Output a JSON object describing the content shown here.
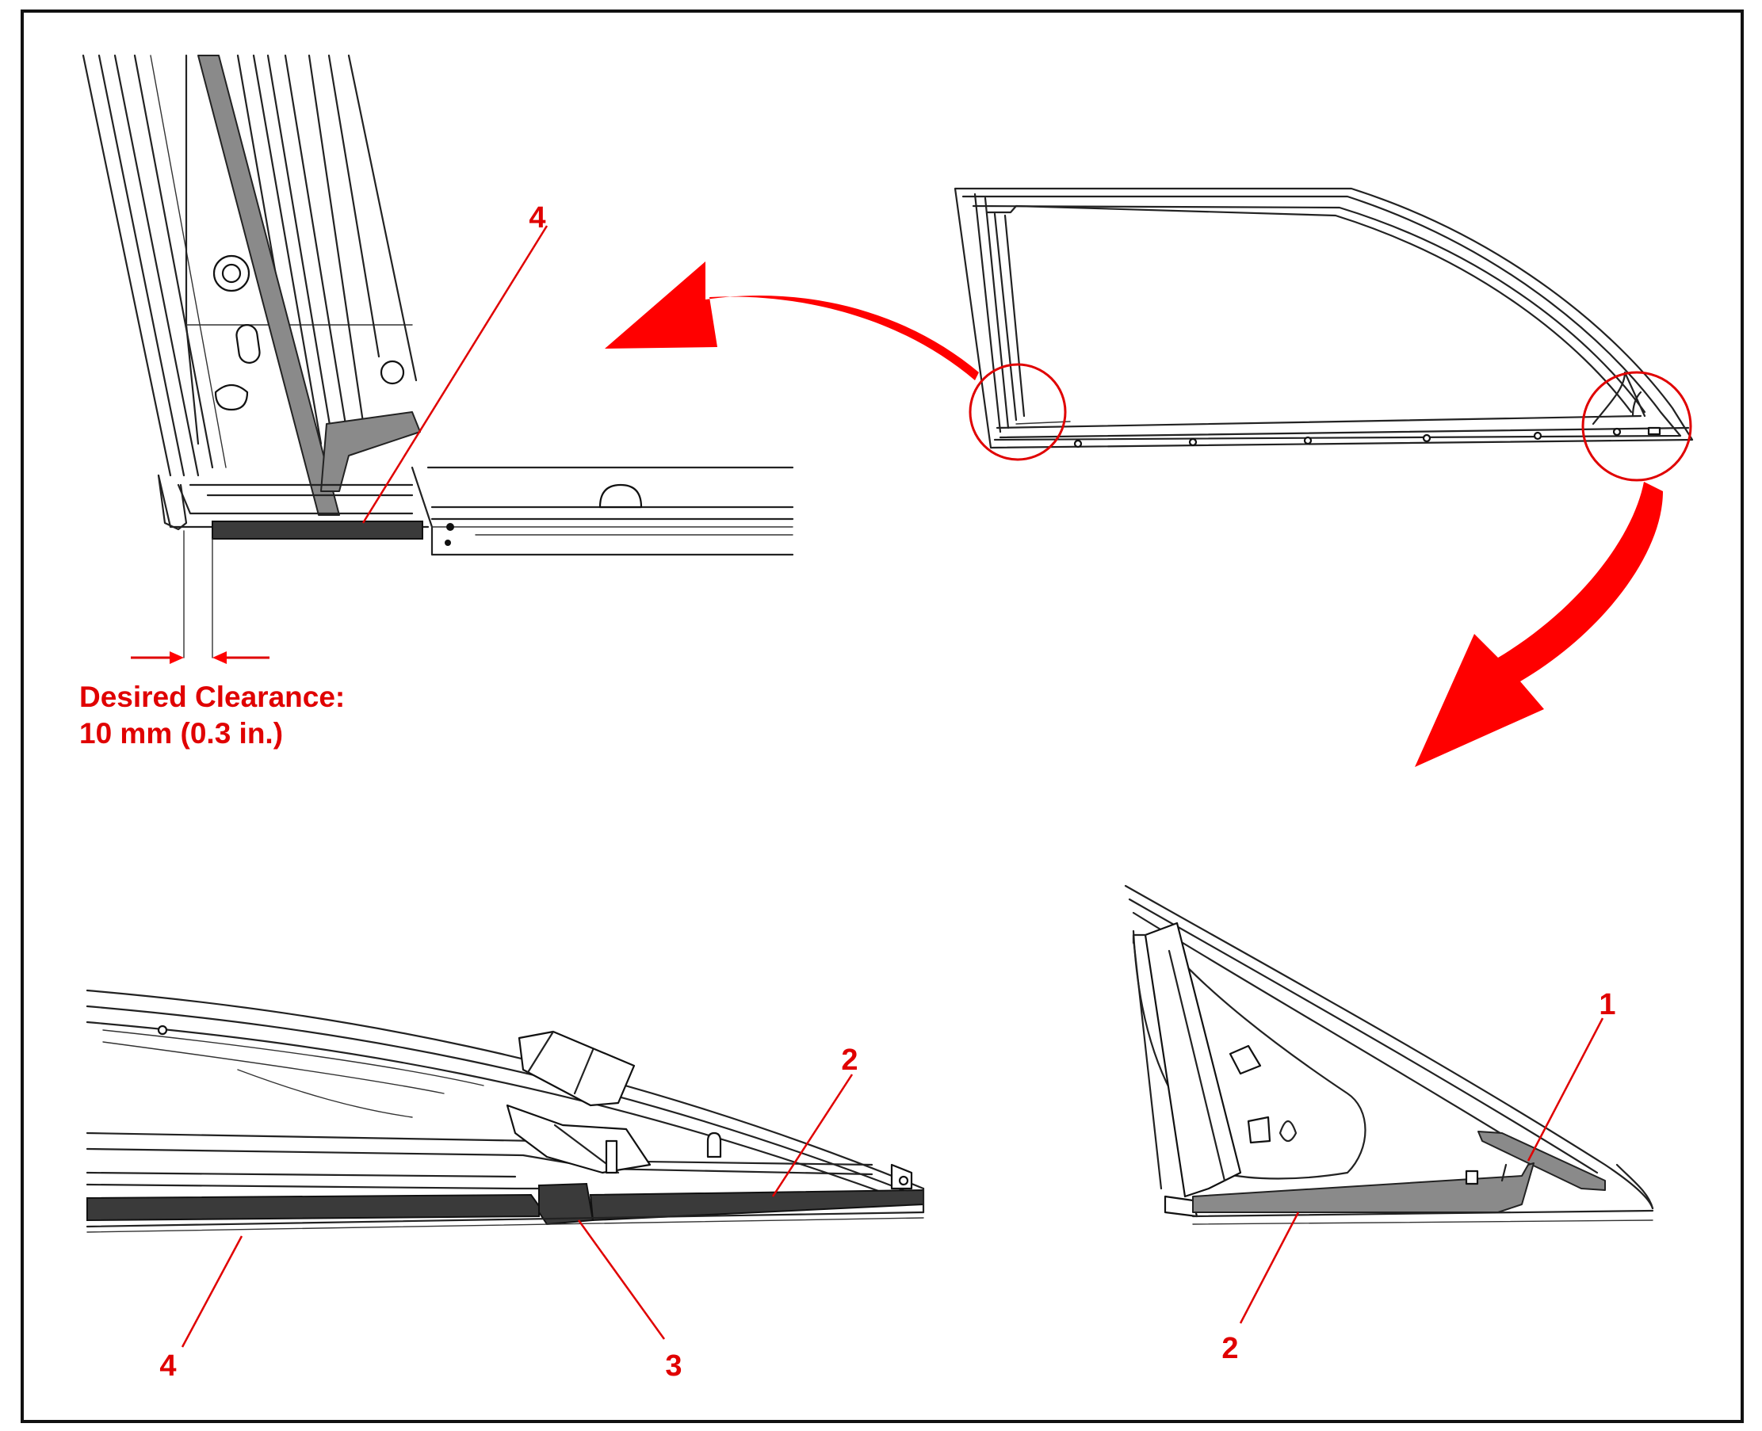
{
  "callouts": {
    "top_left": "4",
    "bottom_left_2": "2",
    "bottom_left_3": "3",
    "bottom_left_4": "4",
    "bottom_right_1": "1",
    "bottom_right_2": "2"
  },
  "clearance": {
    "line1": "Desired Clearance:",
    "line2": "10 mm (0.3 in.)"
  },
  "colors": {
    "callout_red": "#e00000",
    "arrow_red": "#ff0000",
    "seal_gray": "#8a8a8a"
  }
}
